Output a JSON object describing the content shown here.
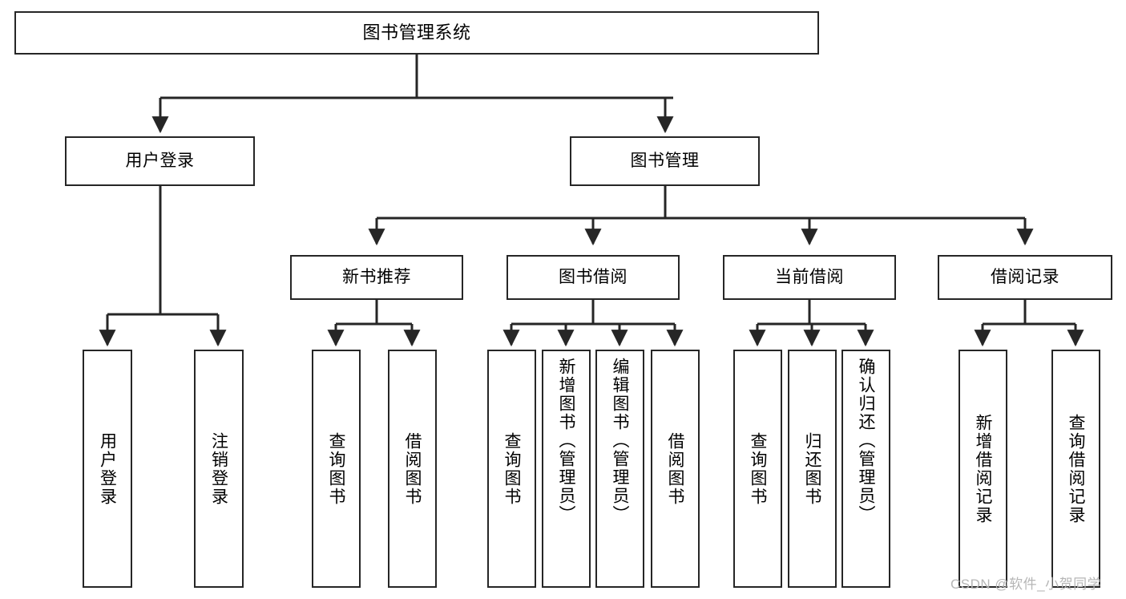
{
  "diagram": {
    "title": "图书管理系统",
    "type": "tree-hierarchy",
    "stroke_color": "#262626",
    "fill_color": "#ffffff",
    "text_color": "#000000"
  },
  "nodes": {
    "root": {
      "label": "图书管理系统"
    },
    "level2": [
      {
        "label": "用户登录"
      },
      {
        "label": "图书管理"
      }
    ],
    "level3": [
      {
        "label": "新书推荐"
      },
      {
        "label": "图书借阅"
      },
      {
        "label": "当前借阅"
      },
      {
        "label": "借阅记录"
      }
    ],
    "leaves_user_login": [
      {
        "label": "用户登录"
      },
      {
        "label": "注销登录"
      }
    ],
    "leaves_new_book": [
      {
        "label": "查询图书"
      },
      {
        "label": "借阅图书"
      }
    ],
    "leaves_borrow": [
      {
        "label": "查询图书"
      },
      {
        "label": "新增图书（管理员）"
      },
      {
        "label": "编辑图书（管理员）"
      },
      {
        "label": "借阅图书"
      }
    ],
    "leaves_current": [
      {
        "label": "查询图书"
      },
      {
        "label": "归还图书"
      },
      {
        "label": "确认归还（管理员）"
      }
    ],
    "leaves_records": [
      {
        "label": "新增借阅记录"
      },
      {
        "label": "查询借阅记录"
      }
    ]
  },
  "watermark": {
    "text": "CSDN @软件_小贺同学"
  }
}
